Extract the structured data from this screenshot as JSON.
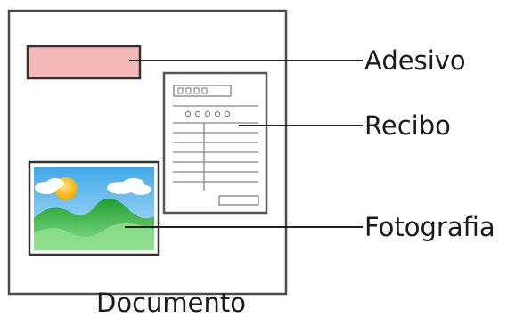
{
  "diagram": {
    "labels": {
      "sticker": "Adesivo",
      "receipt": "Recibo",
      "photo": "Fotografia"
    },
    "caption": "Documento",
    "colors": {
      "outline": "#4a4a4a",
      "sticker_fill": "#f4b8b8",
      "sticker_stroke": "#333333",
      "receipt_stroke": "#666666",
      "sky": "#5bb4e8",
      "sun": "#f5b400",
      "hills": "#2fae2f",
      "hills_light": "#7fd87f"
    }
  }
}
